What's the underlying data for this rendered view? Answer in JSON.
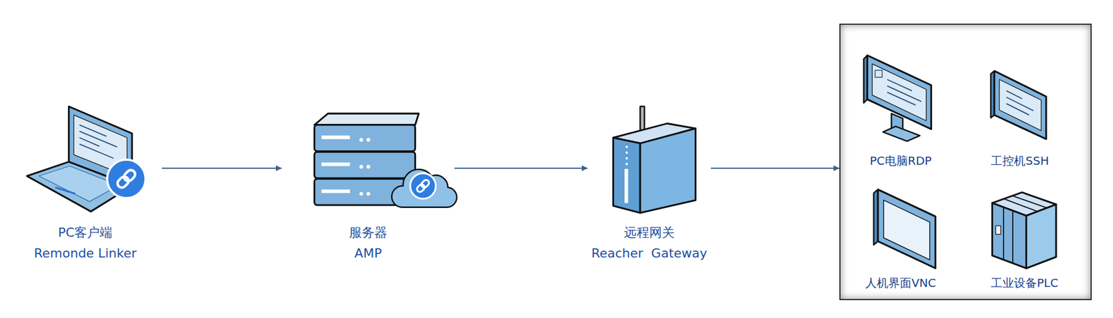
{
  "diagram": {
    "nodes": [
      {
        "text": [
          "PC客户端",
          "Remonde Linker"
        ]
      },
      {
        "text": [
          "服务器",
          "AMP"
        ]
      },
      {
        "text": [
          "远程网关",
          "Reacher  Gateway"
        ]
      },
      {
        "text": []
      },
      {
        "text": [
          "PC电脑RDP"
        ],
        "in": 3
      },
      {
        "text": [
          "工控机SSH"
        ],
        "in": 3
      },
      {
        "text": [
          "人机界面VNC"
        ],
        "in": 3
      },
      {
        "text": [
          "工业设备PLC"
        ],
        "in": 3
      }
    ],
    "edges": [
      {
        "from": 0,
        "to": 1,
        "arrow": "to"
      },
      {
        "from": 1,
        "to": 2,
        "arrow": "to"
      },
      {
        "from": 2,
        "to": 3,
        "arrow": "to"
      }
    ]
  }
}
